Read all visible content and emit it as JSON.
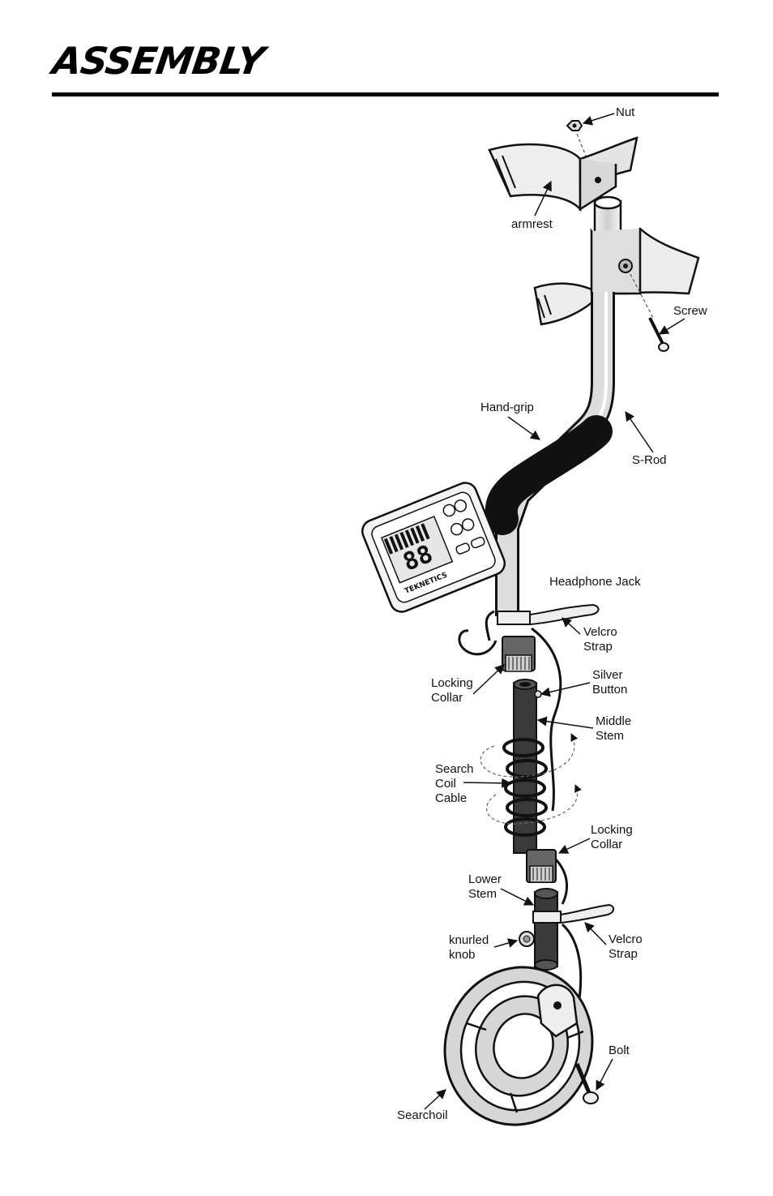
{
  "page": {
    "title": "ASSEMBLY"
  },
  "device": {
    "brand": "TEKNETICS",
    "digits": "88"
  },
  "labels": {
    "nut": "Nut",
    "armrest": "armrest",
    "screw": "Screw",
    "hand_grip": "Hand-grip",
    "s_rod": "S-Rod",
    "headphone_jack": "Headphone Jack",
    "velcro_strap_upper": [
      "Velcro",
      "Strap"
    ],
    "locking_collar_upper": [
      "Locking",
      "Collar"
    ],
    "silver_button": [
      "Silver",
      "Button"
    ],
    "middle_stem": [
      "Middle",
      "Stem"
    ],
    "search_coil_cable": [
      "Search",
      "Coil",
      "Cable"
    ],
    "locking_collar_lower": [
      "Locking",
      "Collar"
    ],
    "lower_stem": [
      "Lower",
      "Stem"
    ],
    "knurled_knob": [
      "knurled",
      "knob"
    ],
    "velcro_strap_lower": [
      "Velcro",
      "Strap"
    ],
    "bolt": "Bolt",
    "searchcoil": "Searchoil"
  },
  "colors": {
    "ink": "#111111",
    "metal": "#d9d9d9",
    "dark": "#2a2a2a"
  }
}
